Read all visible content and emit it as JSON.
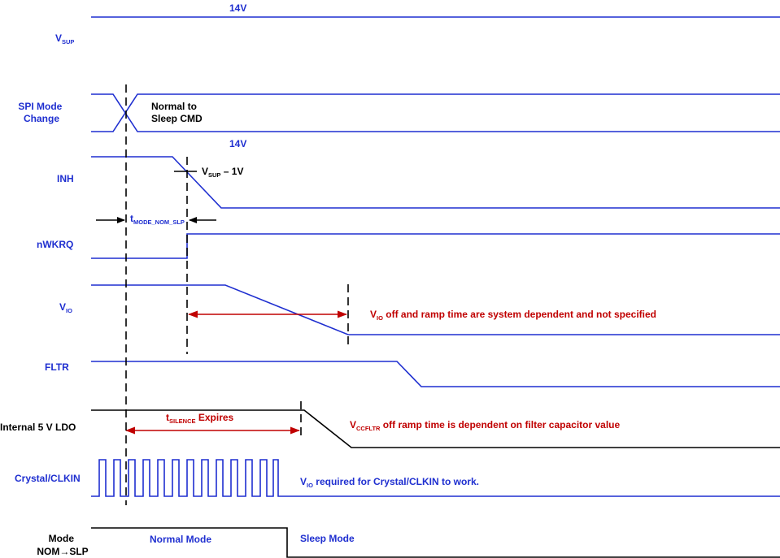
{
  "signals": {
    "vsup": {
      "main": "V",
      "sub": "SUP"
    },
    "spi_mode_change": [
      "SPI Mode",
      "Change"
    ],
    "inh": "INH",
    "nwkrq": "nWKRQ",
    "vio": {
      "main": "V",
      "sub": "IO"
    },
    "fltr": "FLTR",
    "ldo": "Internal 5 V LDO",
    "crystal": "Crystal/CLKIN",
    "mode": [
      "Mode",
      "NOM→SLP"
    ]
  },
  "annotations": {
    "vsup_level": "14V",
    "inh_level": "14V",
    "spi_cmd": [
      "Normal to",
      "Sleep CMD"
    ],
    "inh_threshold": {
      "pre": "V",
      "sub": "SUP",
      "post": " – 1V"
    },
    "t_mode": {
      "main": "t",
      "sub": "MODE_NOM_SLP"
    },
    "vio_note": {
      "main": "V",
      "sub": "IO",
      "rest": " off and ramp time are system dependent and not specified"
    },
    "t_silence": {
      "main": "t",
      "sub": "SILENCE",
      "rest": " Expires"
    },
    "ldo_note": {
      "main": "V",
      "sub": "CCFLTR",
      "rest": " off ramp time is dependent on filter capacitor value"
    },
    "crystal_note": {
      "main": "V",
      "sub": "IO",
      "rest": " required for Crystal/CLKIN to work."
    },
    "normal_mode": "Normal Mode",
    "sleep_mode": "Sleep Mode"
  },
  "colors": {
    "signal": "#1f2fd0",
    "note": "#c00000",
    "marker": "#000000"
  }
}
